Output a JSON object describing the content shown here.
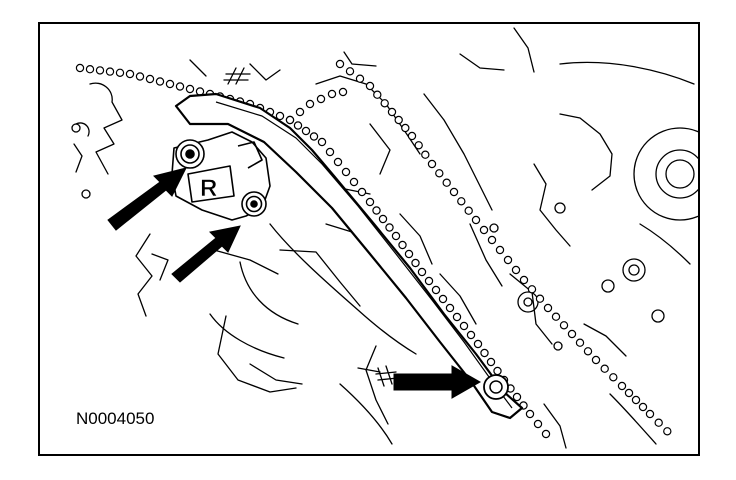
{
  "figure": {
    "id": "N0004050",
    "tensioner_mark": "R"
  },
  "colors": {
    "ink": "#000000",
    "paper": "#ffffff"
  },
  "callouts": [
    {
      "name": "arrow-upper-bolt",
      "icon": "solid-arrow-icon"
    },
    {
      "name": "arrow-lower-bolt",
      "icon": "solid-arrow-icon"
    },
    {
      "name": "arrow-guide-bolt",
      "icon": "solid-arrow-icon"
    }
  ]
}
